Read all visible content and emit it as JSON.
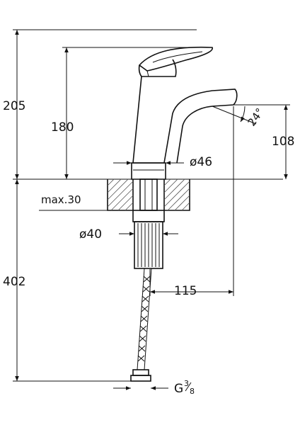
{
  "dimensions": {
    "total_height": "205",
    "spout_height": "180",
    "outlet_height": "108",
    "body_diameter": "ø46",
    "max_thickness": "max.30",
    "thread_diameter": "ø40",
    "below_counter": "402",
    "reach": "115",
    "spout_angle": "24°",
    "connection_prefix": "G",
    "connection_numerator": "3",
    "connection_denominator": "8"
  }
}
